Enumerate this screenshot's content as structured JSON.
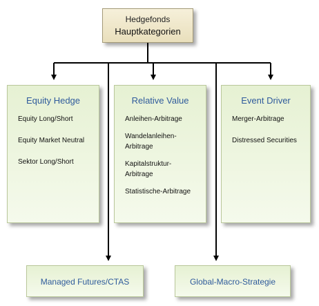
{
  "root": {
    "line1": "Hedgefonds",
    "line2": "Hauptkategorien"
  },
  "categories": [
    {
      "title": "Equity Hedge",
      "items": [
        "Equity Long/Short",
        "Equity Market Neutral",
        "Sektor Long/Short"
      ]
    },
    {
      "title": "Relative Value",
      "items": [
        "Anleihen-Arbitrage",
        "Wandelanleihen-\nArbitrage",
        "Kapitalstruktur-\nArbitrage",
        "Statistische-Arbitrage"
      ]
    },
    {
      "title": "Event Driver",
      "items": [
        "Merger-Arbitrage",
        "Distressed Securities"
      ]
    }
  ],
  "bottom": [
    "Managed Futures/CTAS",
    "Global-Macro-Strategie"
  ],
  "colors": {
    "title_text": "#2f5b9c",
    "box_fill": "#e6f1d3",
    "root_fill": "#f3ecd2"
  }
}
